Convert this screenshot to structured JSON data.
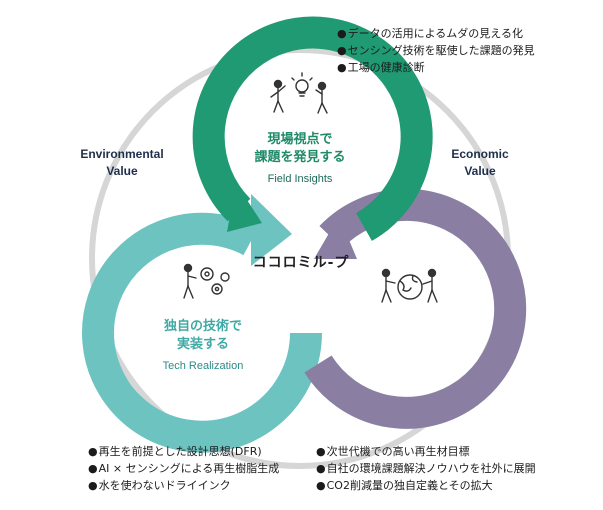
{
  "brand": "ココロミル-プ",
  "side_labels": {
    "environmental": [
      "Environmental",
      "Value"
    ],
    "economic": [
      "Economic",
      "Value"
    ]
  },
  "loops": {
    "field": {
      "title": [
        "現場視点で",
        "課題を発見する"
      ],
      "subtitle": "Field Insights",
      "color": "#1f9a72"
    },
    "tech": {
      "title": [
        "独自の技術で",
        "実装する"
      ],
      "subtitle": "Tech Realization",
      "color": "#6cc3c0"
    },
    "idea": {
      "title": [
        "経済視点と環境視点で",
        "アイデアを生み出す"
      ],
      "subtitle": "Idea Generation",
      "color": "#8a7fa3"
    }
  },
  "bullets": {
    "top": [
      "データの活用によるムダの見える化",
      "センシング技術を駆使した課題の発見",
      "工場の健康診断"
    ],
    "bottom_left": [
      "再生を前提とした設計思想(DFR)",
      "AI × センシングによる再生樹脂生成",
      "水を使わないドライインク"
    ],
    "bottom_right": [
      "次世代機での高い再生材目標",
      "自社の環境課題解決ノウハウを社外に展開",
      "CO2削減量の独自定義とその拡大"
    ]
  },
  "icons": [
    "people-lightbulb-icon",
    "person-gears-icon",
    "people-globe-icon"
  ]
}
